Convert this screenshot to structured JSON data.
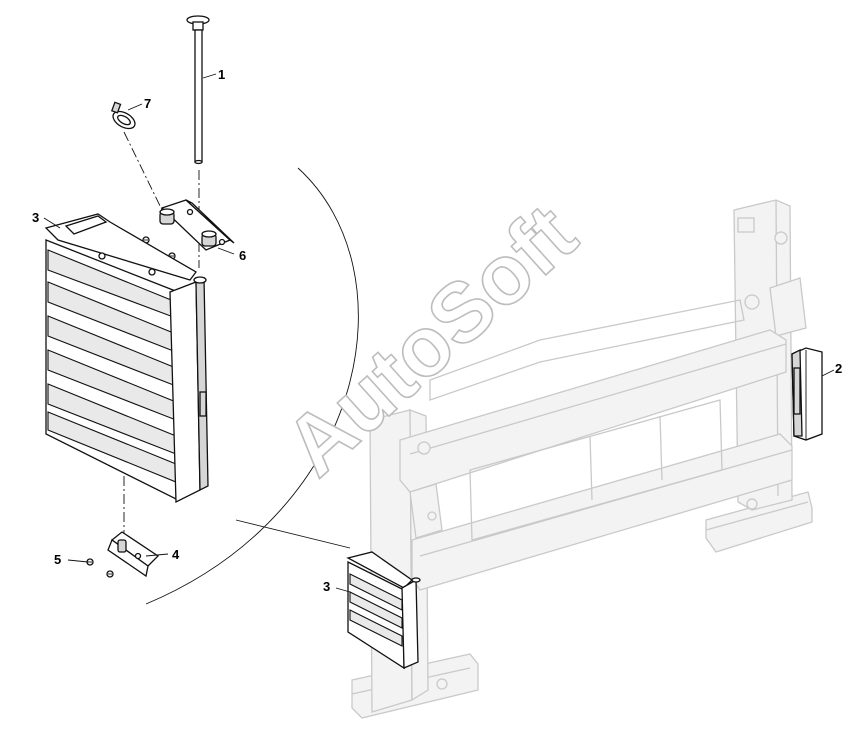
{
  "watermark": "AutoSoft",
  "callouts": {
    "c1": "1",
    "c2": "2",
    "c3_detail": "3",
    "c3_frame": "3",
    "c4": "4",
    "c5": "5",
    "c6": "6",
    "c7": "7"
  },
  "colors": {
    "line": "#111111",
    "ghost_frame": "#c9c9c9",
    "watermark_outline": "#bdbdbd"
  }
}
